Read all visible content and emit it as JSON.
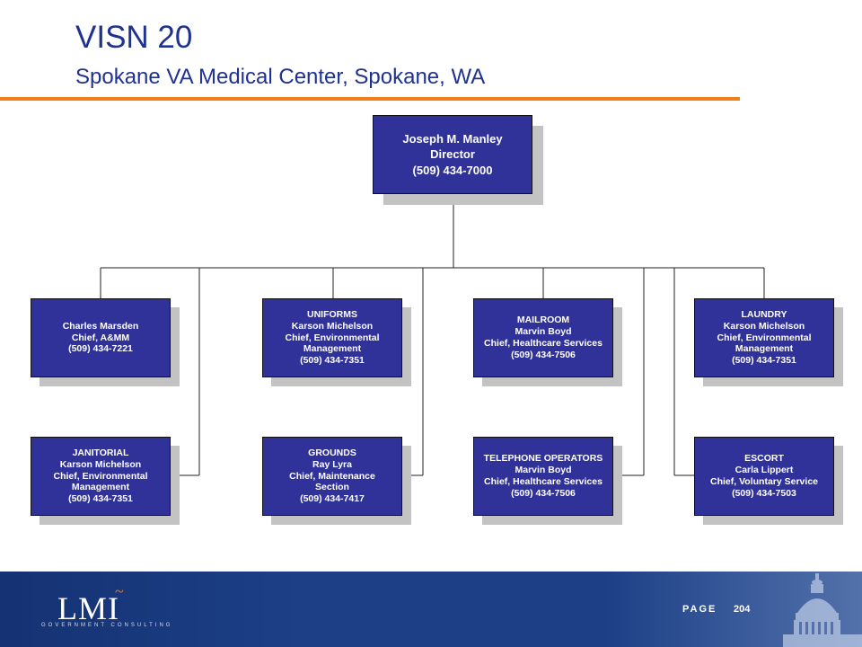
{
  "header": {
    "title": "VISN 20",
    "subtitle": "Spokane VA Medical Center, Spokane, WA"
  },
  "org_chart": {
    "director": {
      "line1": "Joseph M. Manley",
      "line2": "Director",
      "line3": "(509) 434-7000"
    },
    "units": [
      {
        "lines": [
          "Charles Marsden",
          "Chief, A&MM",
          "(509) 434-7221"
        ]
      },
      {
        "lines": [
          "UNIFORMS",
          "Karson Michelson",
          "Chief, Environmental",
          "Management",
          "(509) 434-7351"
        ]
      },
      {
        "lines": [
          "MAILROOM",
          "Marvin Boyd",
          "Chief, Healthcare Services",
          "(509) 434-7506"
        ]
      },
      {
        "lines": [
          "LAUNDRY",
          "Karson Michelson",
          "Chief, Environmental",
          "Management",
          "(509) 434-7351"
        ]
      },
      {
        "lines": [
          "JANITORIAL",
          "Karson Michelson",
          "Chief, Environmental",
          "Management",
          "(509) 434-7351"
        ]
      },
      {
        "lines": [
          "GROUNDS",
          "Ray Lyra",
          "Chief, Maintenance",
          "Section",
          "(509) 434-7417"
        ]
      },
      {
        "lines": [
          "TELEPHONE OPERATORS",
          "Marvin Boyd",
          "Chief, Healthcare Services",
          "(509) 434-7506"
        ]
      },
      {
        "lines": [
          "ESCORT",
          "Carla Lippert",
          "Chief, Voluntary Service",
          "(509) 434-7503"
        ]
      }
    ]
  },
  "footer": {
    "logo_text": "LMI",
    "logo_subtext": "GOVERNMENT CONSULTING",
    "page_label": "PAGE",
    "page_number": "204"
  },
  "colors": {
    "title": "#1f3291",
    "rule": "#f07e1b",
    "box_fill": "#30329a",
    "footer": "#1c3f86"
  }
}
